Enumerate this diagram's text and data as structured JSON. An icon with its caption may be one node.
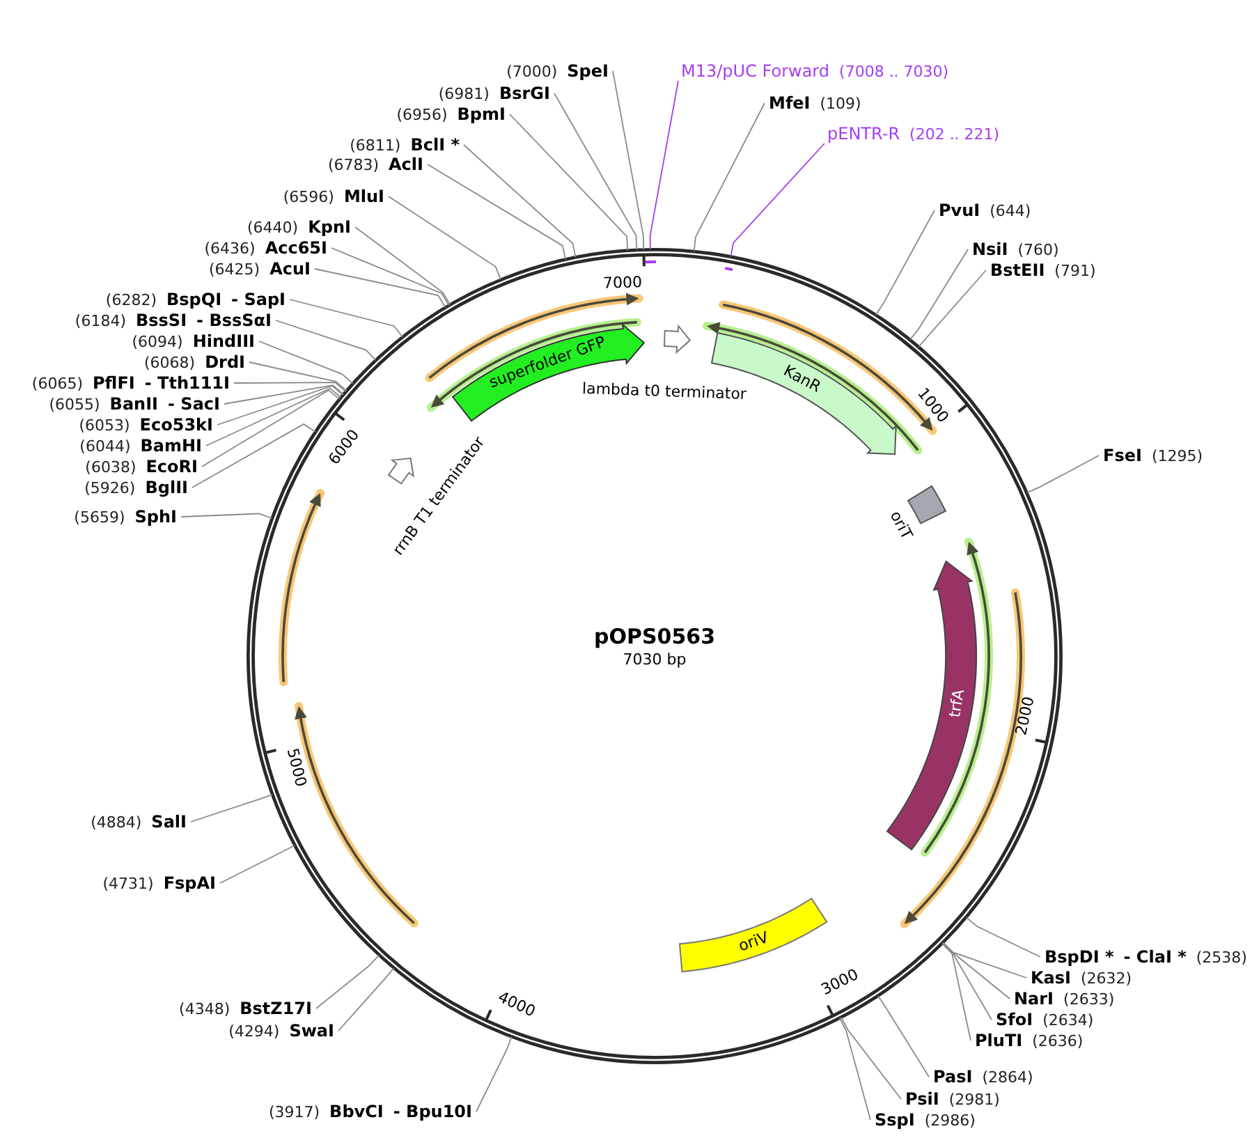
{
  "diagram": {
    "title": "pOPS0563",
    "nodes": [
      {
        "text": [
          "(7000)",
          "SpeI"
        ]
      },
      {
        "text": [
          "(6981)",
          "BsrGI"
        ]
      },
      {
        "text": [
          "(6956)",
          "BpmI"
        ]
      },
      {
        "text": [
          "(6811)",
          "BclI *"
        ]
      },
      {
        "text": [
          "(6783)",
          "AclI"
        ]
      },
      {
        "text": [
          "(6596)",
          "MluI"
        ]
      },
      {
        "text": [
          "(6440)",
          "KpnI"
        ]
      },
      {
        "text": [
          "(6436)",
          "Acc65I"
        ]
      },
      {
        "text": [
          "(6425)",
          "AcuI"
        ]
      },
      {
        "text": [
          "(6282)",
          "BspQI",
          "- SapI"
        ]
      },
      {
        "text": [
          "(6184)",
          "BssSI",
          "- BssSαI"
        ]
      },
      {
        "text": [
          "(6094)",
          "HindIII"
        ]
      },
      {
        "text": [
          "(6068)",
          "DrdI"
        ]
      },
      {
        "text": [
          "(6065)",
          "PflFI",
          "- Tth111I"
        ]
      },
      {
        "text": [
          "(6055)",
          "BanII",
          "- SacI"
        ]
      },
      {
        "text": [
          "(6053)",
          "Eco53kI"
        ]
      },
      {
        "text": [
          "(6044)",
          "BamHI"
        ]
      },
      {
        "text": [
          "(6038)",
          "EcoRI"
        ]
      },
      {
        "text": [
          "(5926)",
          "BglII"
        ]
      },
      {
        "text": [
          "(5659)",
          "SphI"
        ]
      },
      {
        "text": [
          "(4884)",
          "SalI"
        ]
      },
      {
        "text": [
          "(4731)",
          "FspAI"
        ]
      },
      {
        "text": [
          "(4348)",
          "BstZ17I"
        ]
      },
      {
        "text": [
          "(4294)",
          "SwaI"
        ]
      },
      {
        "text": [
          "(3917)",
          "BbvCI",
          "- Bpu10I"
        ]
      },
      {
        "text": [
          "M13/pUC Forward",
          "(7008 .. 7030)"
        ]
      },
      {
        "text": [
          "MfeI",
          "(109)"
        ]
      },
      {
        "text": [
          "pENTR-R",
          "(202 .. 221)"
        ]
      },
      {
        "text": [
          "PvuI",
          "(644)"
        ]
      },
      {
        "text": [
          "NsiI",
          "(760)"
        ]
      },
      {
        "text": [
          "BstEII",
          "(791)"
        ]
      },
      {
        "text": [
          "FseI",
          "(1295)"
        ]
      },
      {
        "text": [
          "BspDI *",
          "- ClaI *",
          "(2538)"
        ]
      },
      {
        "text": [
          "KasI",
          "(2632)"
        ]
      },
      {
        "text": [
          "NarI",
          "(2633)"
        ]
      },
      {
        "text": [
          "SfoI",
          "(2634)"
        ]
      },
      {
        "text": [
          "PluTI",
          "(2636)"
        ]
      },
      {
        "text": [
          "PasI",
          "(2864)"
        ]
      },
      {
        "text": [
          "PsiI",
          "(2981)"
        ]
      },
      {
        "text": [
          "SspI",
          "(2986)"
        ]
      },
      {
        "text": [
          "superfolder GFP"
        ]
      },
      {
        "text": [
          "lambda t0 terminator"
        ]
      },
      {
        "text": [
          "KanR"
        ]
      },
      {
        "text": [
          "oriT"
        ]
      },
      {
        "text": [
          "trfA"
        ]
      },
      {
        "text": [
          "oriV"
        ]
      },
      {
        "text": [
          "rrnB T1 terminator"
        ]
      }
    ],
    "edges": [
      {
        "from": 0,
        "to": null,
        "arrow": "none"
      },
      {
        "from": 1,
        "to": null,
        "arrow": "none"
      },
      {
        "from": 2,
        "to": null,
        "arrow": "none"
      },
      {
        "from": 3,
        "to": null,
        "arrow": "none"
      },
      {
        "from": 4,
        "to": null,
        "arrow": "none"
      },
      {
        "from": 5,
        "to": null,
        "arrow": "none"
      },
      {
        "from": 6,
        "to": null,
        "arrow": "none"
      },
      {
        "from": 7,
        "to": null,
        "arrow": "none"
      },
      {
        "from": 8,
        "to": null,
        "arrow": "none"
      },
      {
        "from": 9,
        "to": null,
        "arrow": "none"
      },
      {
        "from": 10,
        "to": null,
        "arrow": "none"
      },
      {
        "from": 11,
        "to": null,
        "arrow": "none"
      },
      {
        "from": 12,
        "to": null,
        "arrow": "none"
      },
      {
        "from": 13,
        "to": null,
        "arrow": "none"
      },
      {
        "from": 14,
        "to": null,
        "arrow": "none"
      },
      {
        "from": 15,
        "to": null,
        "arrow": "none"
      },
      {
        "from": 16,
        "to": null,
        "arrow": "none"
      },
      {
        "from": 17,
        "to": null,
        "arrow": "none"
      },
      {
        "from": 18,
        "to": null,
        "arrow": "none"
      },
      {
        "from": 19,
        "to": null,
        "arrow": "none"
      },
      {
        "from": 20,
        "to": null,
        "arrow": "none"
      },
      {
        "from": 21,
        "to": null,
        "arrow": "none"
      },
      {
        "from": 22,
        "to": null,
        "arrow": "none"
      },
      {
        "from": 23,
        "to": null,
        "arrow": "none"
      },
      {
        "from": 24,
        "to": null,
        "arrow": "none"
      },
      {
        "from": 25,
        "to": null,
        "arrow": "none",
        "color": "#a43ef0"
      },
      {
        "from": 26,
        "to": null,
        "arrow": "none"
      },
      {
        "from": 27,
        "to": null,
        "arrow": "none",
        "color": "#a43ef0"
      },
      {
        "from": 28,
        "to": null,
        "arrow": "none"
      },
      {
        "from": 29,
        "to": null,
        "arrow": "none"
      },
      {
        "from": 30,
        "to": null,
        "arrow": "none"
      },
      {
        "from": 31,
        "to": null,
        "arrow": "none"
      },
      {
        "from": 32,
        "to": null,
        "arrow": "none"
      },
      {
        "from": 33,
        "to": null,
        "arrow": "none"
      },
      {
        "from": 34,
        "to": null,
        "arrow": "none"
      },
      {
        "from": 35,
        "to": null,
        "arrow": "none"
      },
      {
        "from": 36,
        "to": null,
        "arrow": "none"
      },
      {
        "from": 37,
        "to": null,
        "arrow": "none"
      },
      {
        "from": 38,
        "to": null,
        "arrow": "none"
      },
      {
        "from": 39,
        "to": null,
        "arrow": "none"
      }
    ],
    "labels": [
      "7030 bp",
      "1000",
      "2000",
      "3000",
      "4000",
      "5000",
      "6000",
      "7000"
    ]
  }
}
